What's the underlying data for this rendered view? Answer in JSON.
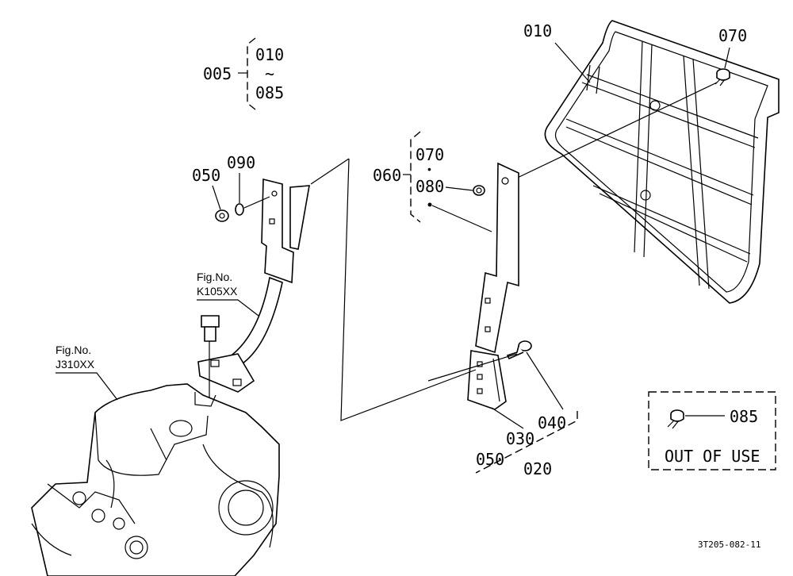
{
  "group_005": {
    "label": "005",
    "range_start": "010",
    "range_sep": "~",
    "range_end": "085"
  },
  "group_060": {
    "label": "060",
    "item_a": "070",
    "dot": "•",
    "item_b": "080"
  },
  "callouts": {
    "c010": "010",
    "c070": "070",
    "c050_left": "050",
    "c090": "090",
    "c040": "040",
    "c030": "030",
    "c050_bottom": "050",
    "c020": "020",
    "c085": "085"
  },
  "figure_refs": [
    {
      "line1": "Fig.No.",
      "line2": "K105XX"
    },
    {
      "line1": "Fig.No.",
      "line2": "J310XX"
    }
  ],
  "out_of_use": {
    "part": "085",
    "text": "OUT OF USE"
  },
  "drawing_code": "3T205-082-11"
}
